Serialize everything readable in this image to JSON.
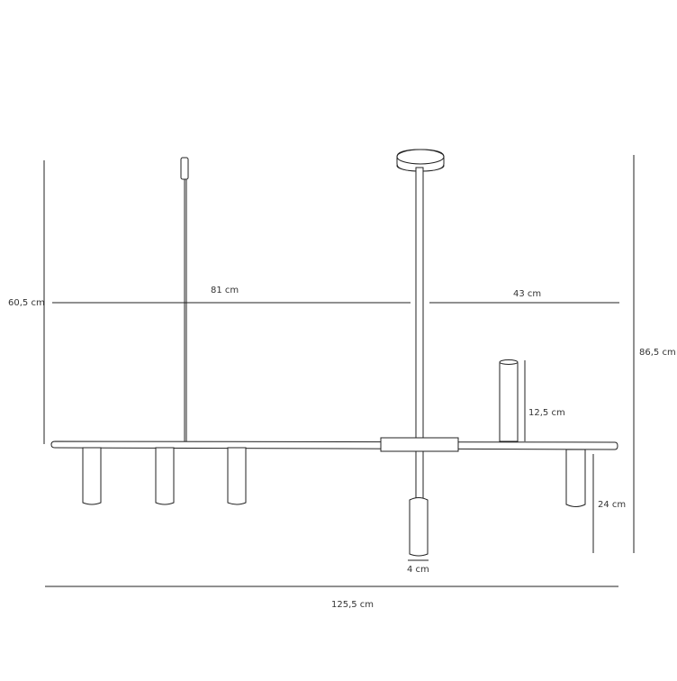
{
  "dimensions": {
    "height_left": "60,5 cm",
    "arm_left": "81 cm",
    "arm_right": "43 cm",
    "total_height": "86,5 cm",
    "shade_top": "12,5 cm",
    "shade_drop": "24 cm",
    "shade_width": "4 cm",
    "total_width": "125,5 cm"
  },
  "colors": {
    "line": "#222222",
    "text": "#333333",
    "background": "#ffffff"
  }
}
